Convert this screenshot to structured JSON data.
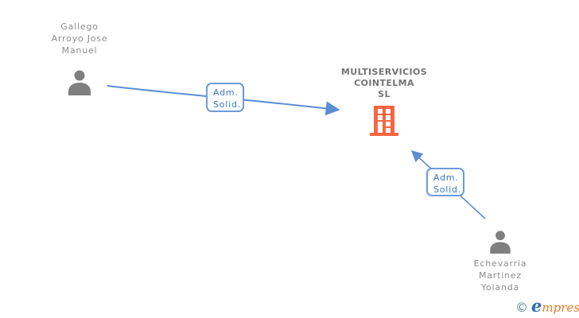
{
  "diagram": {
    "type": "company-shareholder-graph",
    "company": {
      "name": "MULTISERVICIOS COINTELMA SL",
      "lines": [
        "MULTISERVICIOS",
        "COINTELMA",
        "SL"
      ],
      "icon": "building-icon"
    },
    "person1": {
      "name": "Gallego Arroyo Jose Manuel",
      "lines": [
        "Gallego",
        "Arroyo Jose",
        "Manuel"
      ],
      "icon": "person-icon"
    },
    "person2": {
      "name": "Echevarria Martinez Yolanda",
      "lines": [
        "Echevarria",
        "Martinez",
        "Yolanda"
      ],
      "icon": "person-icon"
    },
    "edges": [
      {
        "from": "Gallego Arroyo Jose Manuel",
        "to": "MULTISERVICIOS COINTELMA SL",
        "label": "Adm. Solid.",
        "label_line1": "Adm.",
        "label_line2": "Solid."
      },
      {
        "from": "Echevarria Martinez Yolanda",
        "to": "MULTISERVICIOS COINTELMA SL",
        "label": "Adm. Solid.",
        "label_line1": "Adm.",
        "label_line2": "Solid."
      }
    ]
  },
  "logo": {
    "copyright": "©",
    "brand_first_letter": "e",
    "brand_rest": "mpresia",
    "brand": "empresia"
  },
  "colors": {
    "edge_blue": "#5b8dd6",
    "edge_label_border": "#6c9bd8",
    "edge_label_text": "#3b77cc",
    "person_gray": "#7f7f7f",
    "person_name_gray": "#8c8c8c",
    "company_name_gray": "#747474",
    "building_orange": "#fb6542",
    "logo_teal": "#4d8696",
    "logo_blue": "#2f6eb5",
    "logo_orange": "#e87a1f",
    "background": "#ffffff"
  }
}
